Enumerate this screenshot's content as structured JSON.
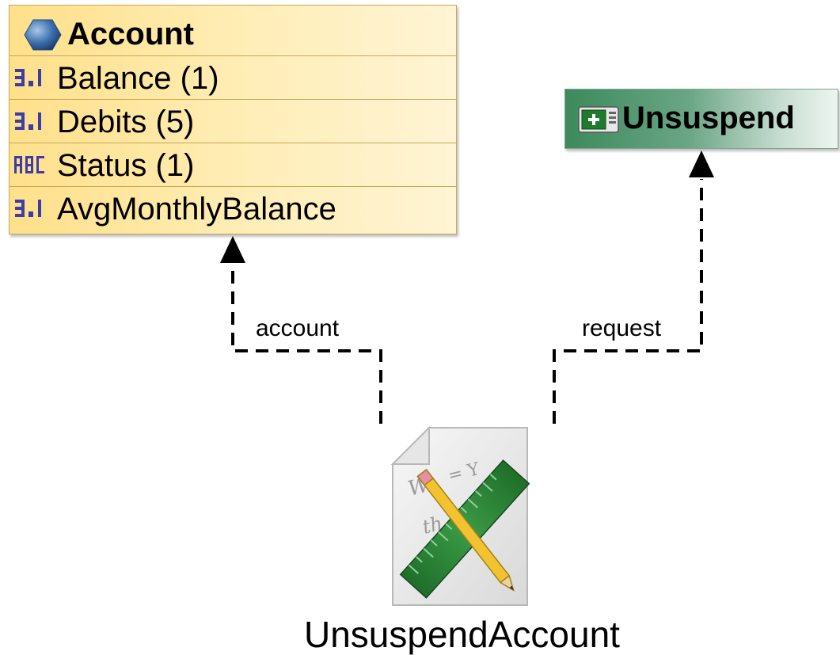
{
  "entity": {
    "title": "Account",
    "icon": "hexagon-entity-icon",
    "attributes": [
      {
        "label": "Balance (1)",
        "icon": "numeric-attribute-icon"
      },
      {
        "label": "Debits (5)",
        "icon": "numeric-attribute-icon"
      },
      {
        "label": "Status (1)",
        "icon": "text-attribute-icon"
      },
      {
        "label": "AvgMonthlyBalance",
        "icon": "numeric-attribute-icon"
      }
    ]
  },
  "event": {
    "title": "Unsuspend",
    "icon": "event-monitor-icon"
  },
  "edges": {
    "account_label": "account",
    "request_label": "request"
  },
  "calculation": {
    "label": "UnsuspendAccount",
    "icon": "formula-document-icon"
  },
  "colors": {
    "entity_fill": "#ffe08a",
    "entity_border": "#c7a858",
    "event_fill": "#3c8a5c",
    "connector": "#000000"
  }
}
